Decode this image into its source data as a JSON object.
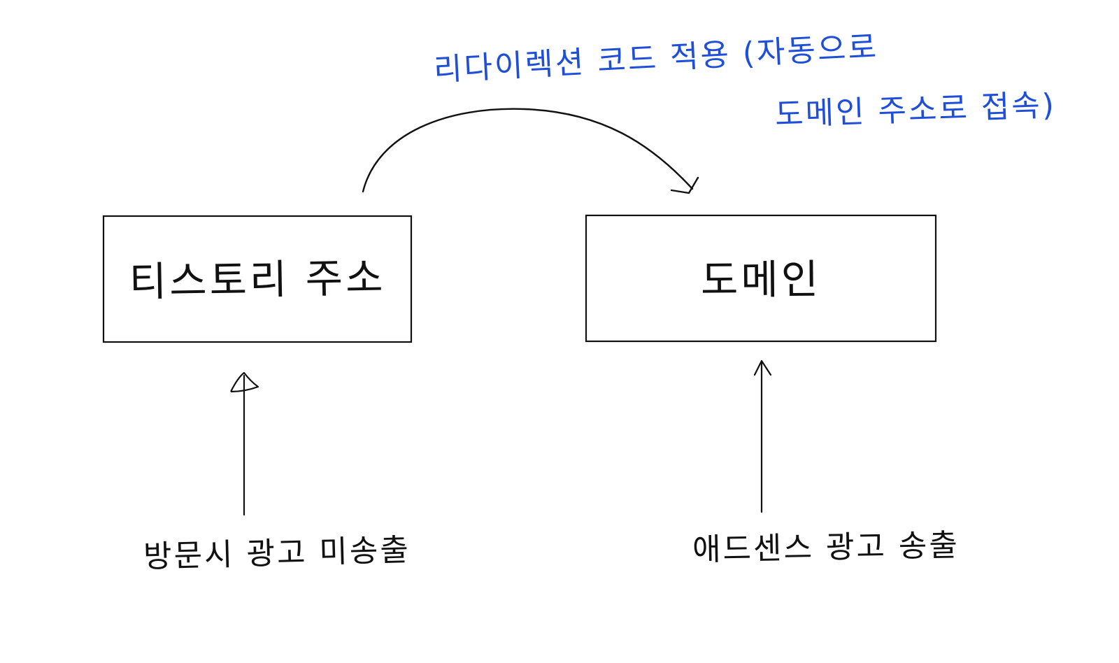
{
  "colors": {
    "ink": "#111111",
    "annotation": "#1f4fd8",
    "background": "#ffffff"
  },
  "diagram": {
    "nodes": [
      {
        "id": "tistory",
        "label": "티스토리 주소"
      },
      {
        "id": "domain",
        "label": "도메인"
      }
    ],
    "edges": [
      {
        "from": "tistory",
        "to": "domain",
        "style": "curved-arrow"
      }
    ],
    "annotations": {
      "redirect_line1": "리다이렉션 코드 적용 (자동으로",
      "redirect_line2": "도메인 주소로 접속)",
      "tistory_bottom": "방문시 광고 미송출",
      "domain_bottom": "애드센스 광고 송출"
    }
  }
}
